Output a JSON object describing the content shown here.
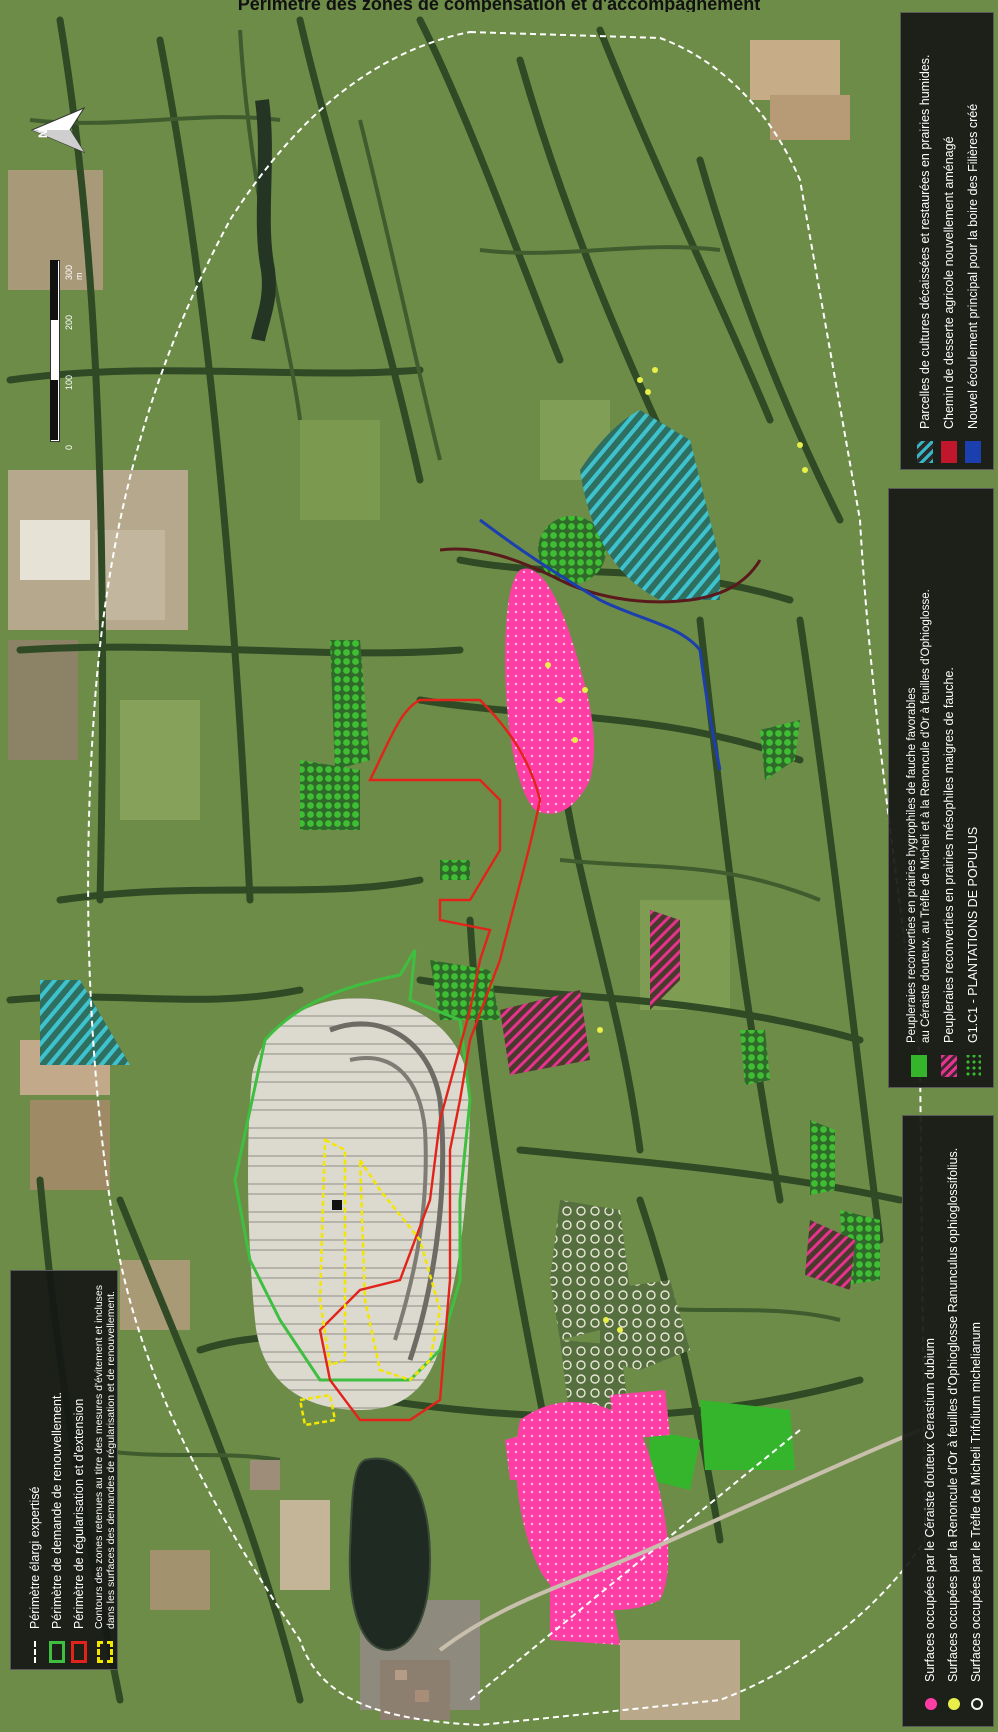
{
  "header": {
    "title": "Périmètre des zones de compensation et d'accompagnement"
  },
  "scale_bar": {
    "ticks": [
      "0",
      "100",
      "200",
      "300 m"
    ]
  },
  "north_arrow": {
    "label": "N"
  },
  "legend_perimeters": {
    "items": [
      {
        "label": "Périmètre élargi expertisé",
        "swatch": "white-dashed-line"
      },
      {
        "label": "Périmètre de demande de renouvellement.",
        "swatch": "green-outline"
      },
      {
        "label": "Périmètre de régularisation et d'extension",
        "swatch": "red-outline"
      },
      {
        "label": "Contours des zones retenues au titre des mesures d'évitement et incluses\ndans les surfaces des demandes de régularisation et de renouvellement.",
        "swatch": "yellow-dashed-outline"
      }
    ]
  },
  "legend_species": {
    "items": [
      {
        "label": "Surfaces occupées par le Céraiste douteux Cerastium dubium",
        "color": "#ff3ea5"
      },
      {
        "label": "Surfaces occupées par la Renoncule d'Or à feuilles d'Ophioglosse Ranunculus ophioglossifolius.",
        "color": "#e9ef4a"
      },
      {
        "label": "Surfaces occupées par le Trèfle de Micheli Trifolium michelianum",
        "color": "#f4f4f4"
      }
    ]
  },
  "legend_poplars": {
    "items": [
      {
        "label": "Peupleraies reconverties en prairies hygrophiles de fauche favorables\nau Céraiste douteux, au Trèfle de Micheli et à la Renoncule d'Or à feuilles d'Ophioglosse.",
        "swatch": "green-fill"
      },
      {
        "label": "Peupleraies reconverties en prairies mésophiles maigres de fauche.",
        "swatch": "pink-hatch"
      },
      {
        "label": "G1.C1 - PLANTATIONS DE POPULUS",
        "swatch": "green-dots"
      }
    ]
  },
  "legend_works": {
    "items": [
      {
        "label": "Parcelles de cultures décaissées et restaurées en prairies humides.",
        "swatch": "cyan-hatch"
      },
      {
        "label": "Chemin de desserte agricole nouvellement aménagé",
        "swatch": "red-solid"
      },
      {
        "label": "Nouvel écoulement principal pour la boire des Filières créé",
        "swatch": "blue-solid"
      }
    ]
  },
  "colors": {
    "perimeter_dashed": "#ffffff",
    "renewal_green": "#3fbf3f",
    "regularisation_red": "#e2231a",
    "avoidance_yellow": "#f3e600",
    "meadow_green": "#35b52c",
    "hatch_pink": "#e6338d",
    "cerastium_pink": "#ff3ea5",
    "cyan_hatch": "#36b9c6",
    "path_red": "#c0172c",
    "stream_blue": "#1b3fae",
    "quarry": "#d9d6cd",
    "lake": "#1f2a22"
  }
}
